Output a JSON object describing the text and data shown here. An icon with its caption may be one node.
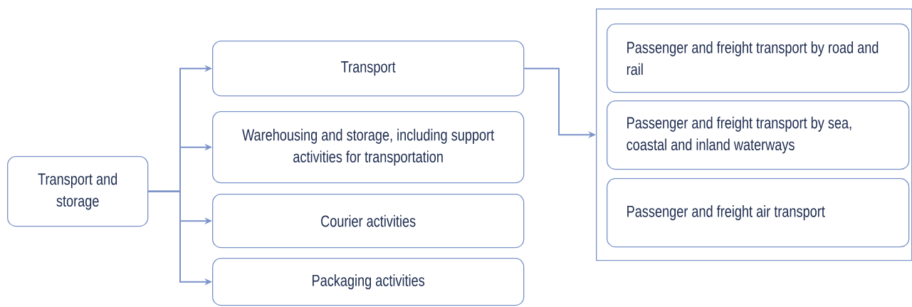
{
  "diagram": {
    "nodes": [
      {
        "text": [
          "Transport and storage"
        ]
      },
      {
        "text": [
          "Transport"
        ]
      },
      {
        "text": [
          "Warehousing and storage, including support activities for transportation"
        ]
      },
      {
        "text": [
          "Courier activities"
        ]
      },
      {
        "text": [
          "Packaging activities"
        ]
      },
      {
        "text": [],
        "shape": "box"
      },
      {
        "text": [
          "Passenger and freight transport by road and rail"
        ],
        "in": 5
      },
      {
        "text": [
          "Passenger and freight transport by sea, coastal and inland waterways"
        ],
        "in": 5
      },
      {
        "text": [
          "Passenger and freight air transport"
        ],
        "in": 5
      }
    ],
    "edges": [
      {
        "from": 0,
        "to": 1,
        "arrow": "to"
      },
      {
        "from": 0,
        "to": 2,
        "arrow": "to"
      },
      {
        "from": 0,
        "to": 3,
        "arrow": "to"
      },
      {
        "from": 0,
        "to": 4,
        "arrow": "to"
      },
      {
        "from": 1,
        "to": 5,
        "arrow": "to"
      }
    ]
  }
}
